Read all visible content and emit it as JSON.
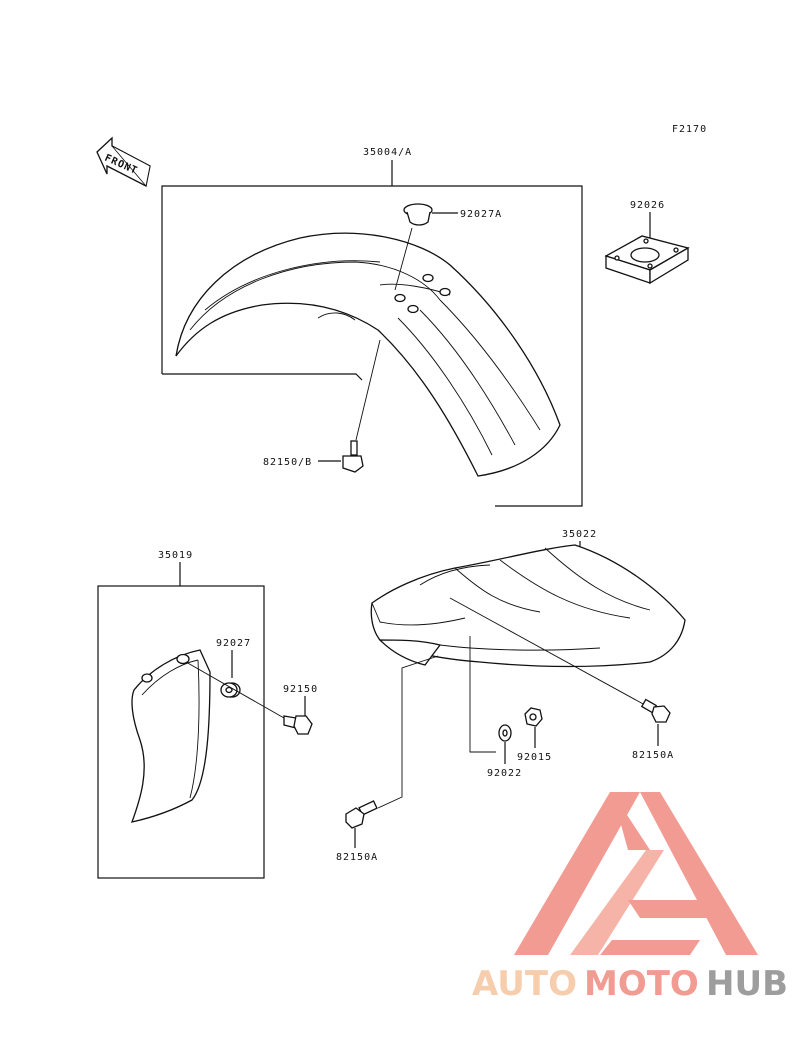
{
  "figure_code": "F2170",
  "front_arrow": {
    "label": "FRONT",
    "icon": "front-arrow-icon"
  },
  "callouts": {
    "front_fender": "35004/A",
    "grommet_top": "92027A",
    "bracket": "92026",
    "bolt_front": "82150/B",
    "flap_assembly": "35019",
    "grommet_flap": "92027",
    "bolt_flap": "92150",
    "rear_fender": "35022",
    "bolt_rear_right": "82150A",
    "nut": "92015",
    "washer": "92022",
    "bolt_rear_left": "82150A"
  },
  "watermark": {
    "part1": "AUTO",
    "part2": "MOTO",
    "part3": "HUB",
    "color_auto": "#f5c6a0",
    "color_moto": "#f08a80",
    "color_hub": "#8c8c8c",
    "logo_color": "#f08a80"
  }
}
